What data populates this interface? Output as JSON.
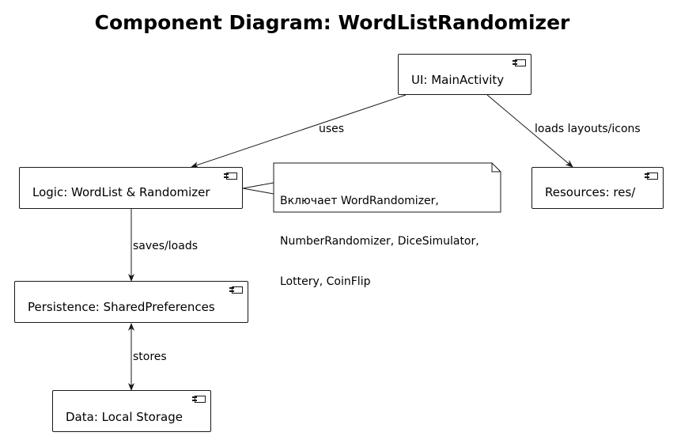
{
  "title": "Component Diagram: WordListRandomizer",
  "components": {
    "ui": "UI: MainActivity",
    "logic": "Logic: WordList & Randomizer",
    "resources": "Resources: res/",
    "persistence": "Persistence: SharedPreferences",
    "data": "Data: Local Storage"
  },
  "note": {
    "line1": "Включает WordRandomizer,",
    "line2": "NumberRandomizer, DiceSimulator,",
    "line3": "Lottery, CoinFlip"
  },
  "edges": {
    "uses": "uses",
    "loads": "loads layouts/icons",
    "saves": "saves/loads",
    "stores": "stores"
  }
}
